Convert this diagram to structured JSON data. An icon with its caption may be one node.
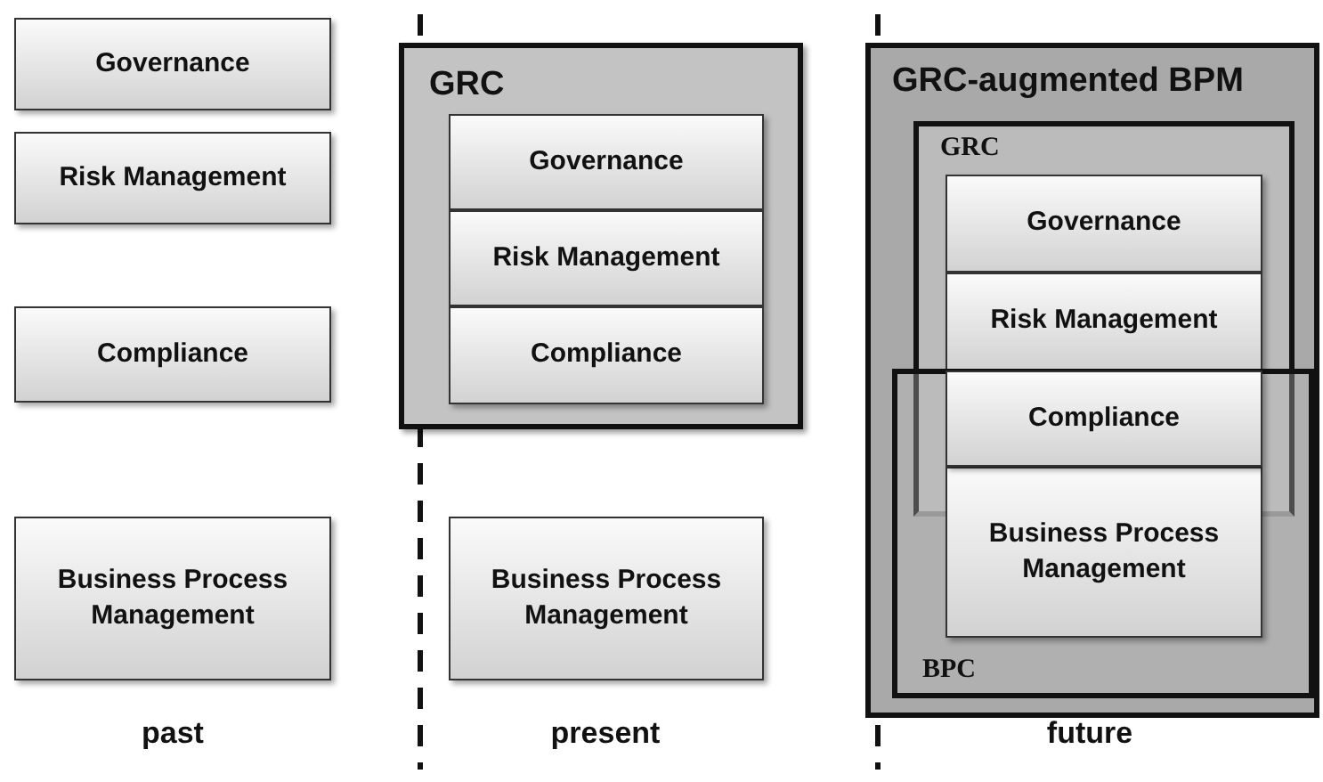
{
  "diagram": {
    "nodes": [
      {
        "text": [
          "Governance"
        ]
      },
      {
        "text": [
          "Risk Management"
        ]
      },
      {
        "text": [
          "Compliance"
        ]
      },
      {
        "text": [
          "Business Process Management"
        ]
      },
      {
        "text": [
          "GRC"
        ]
      },
      {
        "text": [
          "Governance"
        ],
        "in": 4
      },
      {
        "text": [
          "Risk Management"
        ],
        "in": 4
      },
      {
        "text": [
          "Compliance"
        ],
        "in": 4
      },
      {
        "text": [
          "Business Process Management"
        ]
      },
      {
        "text": [
          "GRC-augmented BPM"
        ]
      },
      {
        "text": [
          "GRC"
        ],
        "in": 9
      },
      {
        "text": [
          "Governance"
        ],
        "in": 10
      },
      {
        "text": [
          "Risk Management"
        ],
        "in": 10
      },
      {
        "text": [
          "Compliance"
        ]
      },
      {
        "text": [
          "BPC"
        ],
        "in": 9
      },
      {
        "text": [
          "Business Process Management"
        ],
        "in": 14
      }
    ],
    "labels": [
      "past",
      "present",
      "future"
    ]
  }
}
